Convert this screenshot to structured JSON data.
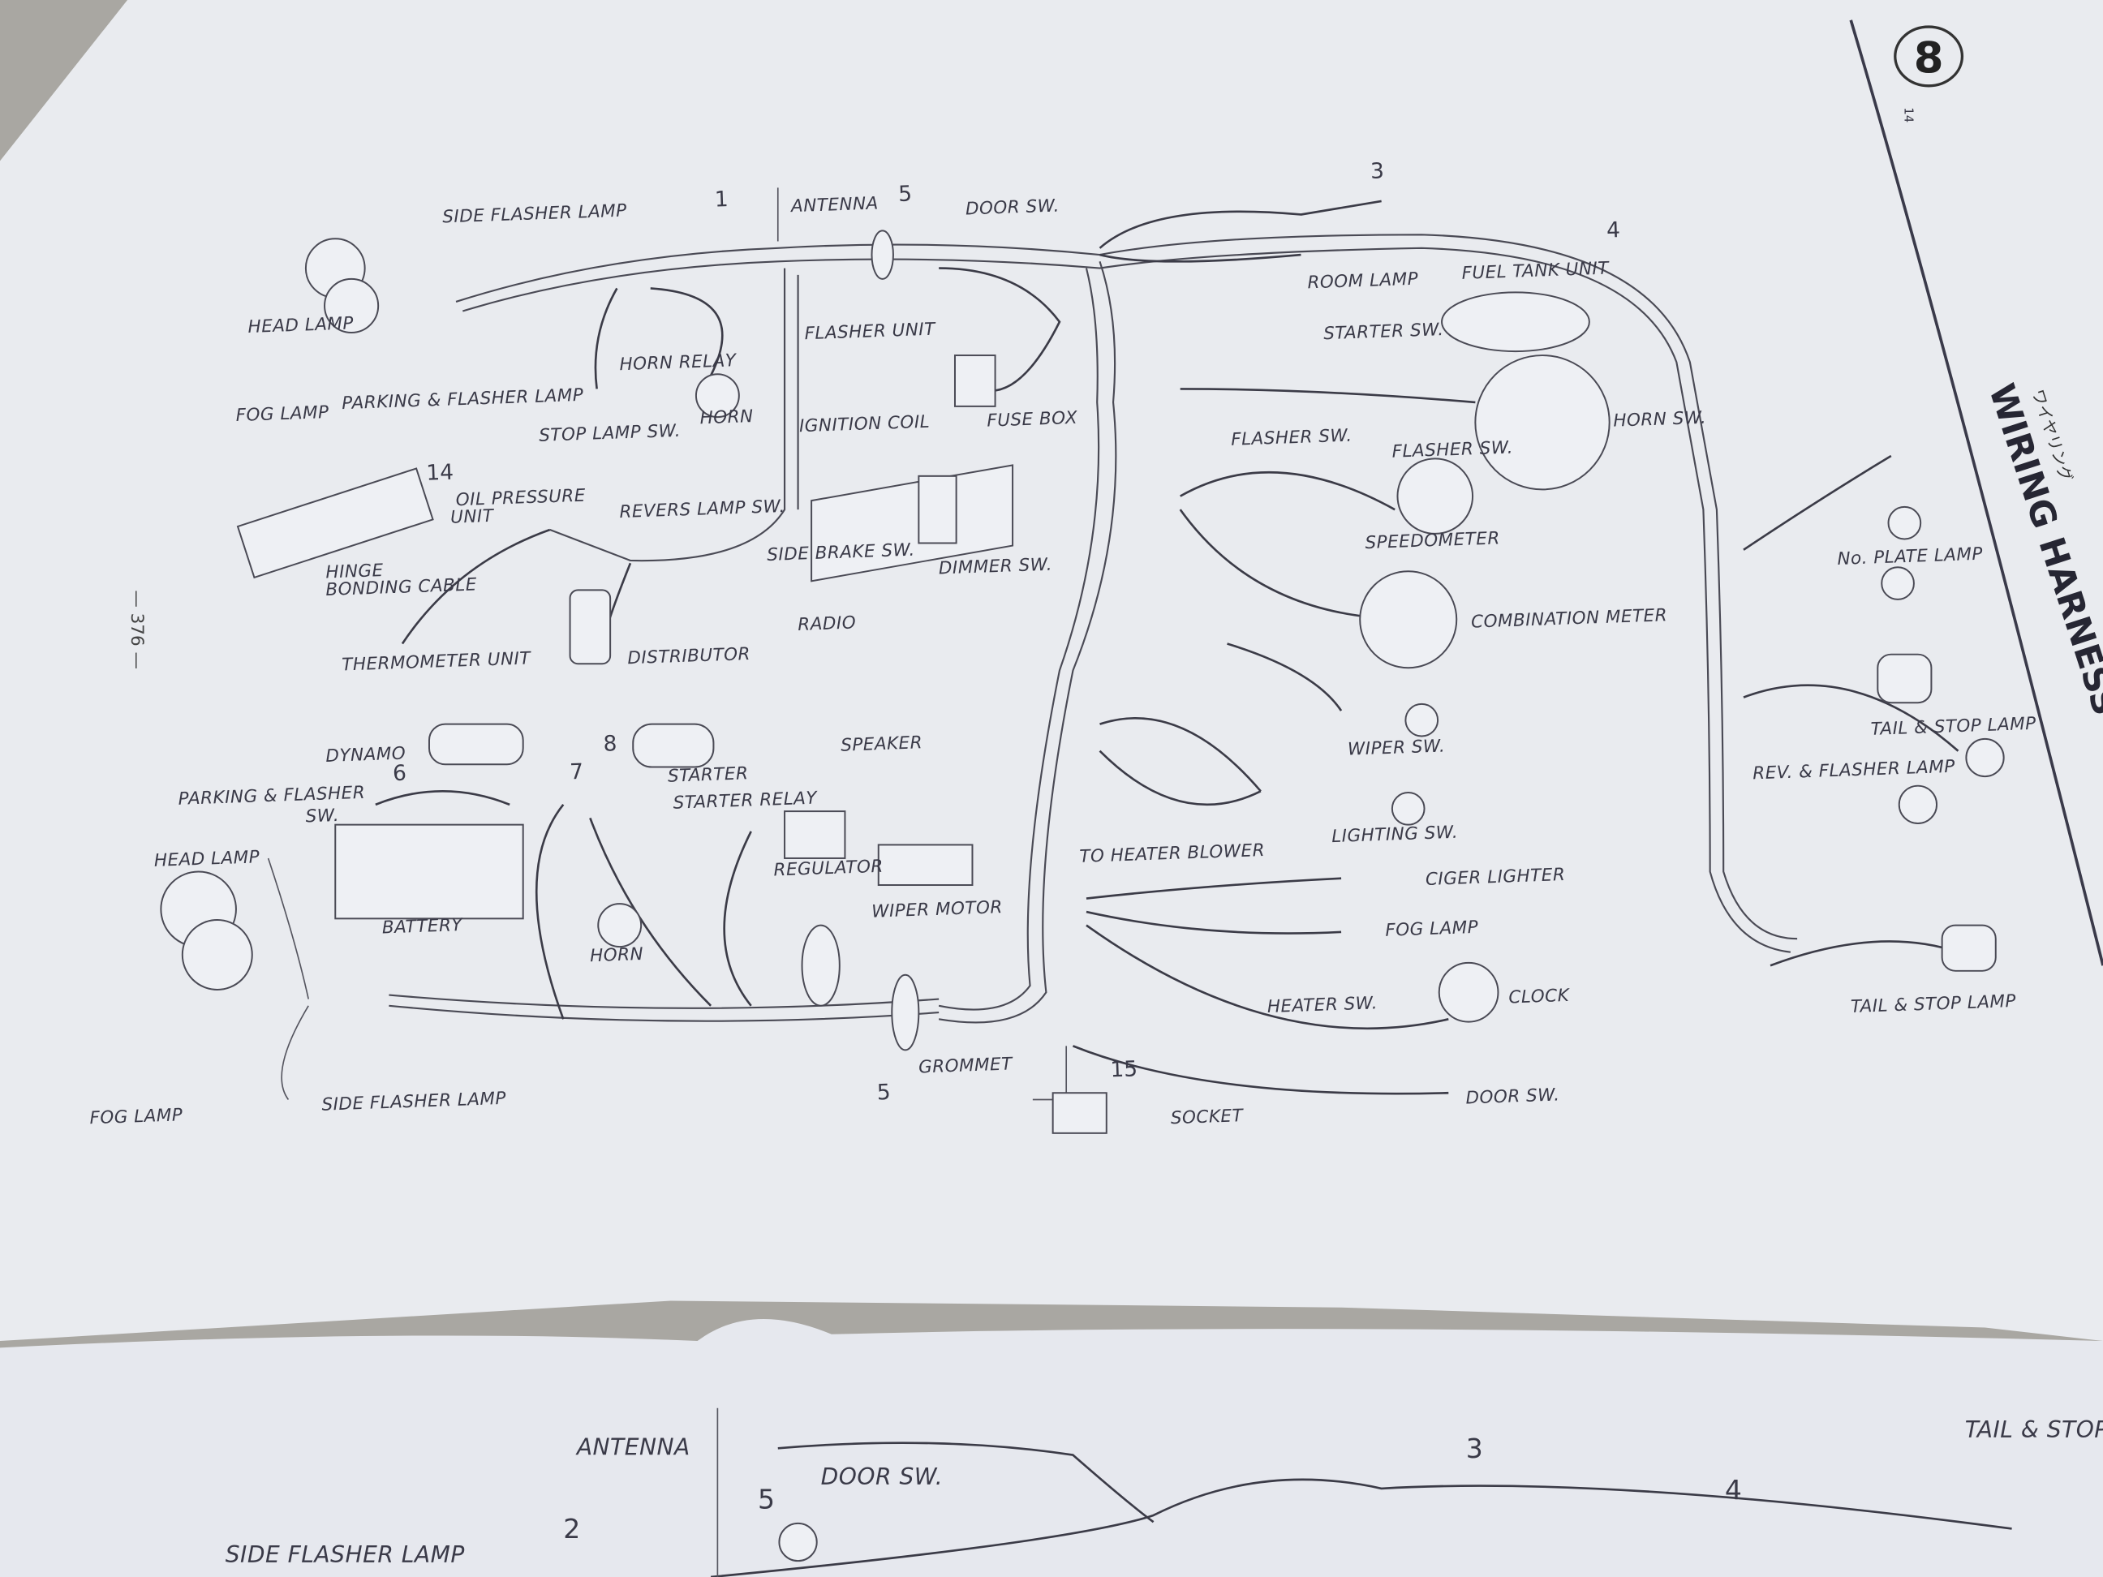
{
  "page": {
    "section_number": "8",
    "section_sub": "14",
    "title": "WIRING HARNESS",
    "title_japanese": "ワイヤリング",
    "page_number": "— 376 —"
  },
  "diagram": {
    "labels": [
      "SIDE FLASHER LAMP",
      "1",
      "ANTENNA",
      "5",
      "DOOR SW.",
      "3",
      "4",
      "HEAD LAMP",
      "FOG LAMP",
      "PARKING & FLASHER LAMP",
      "HORN RELAY",
      "STOP LAMP SW.",
      "HORN",
      "FLASHER UNIT",
      "IGNITION COIL",
      "FUSE BOX",
      "ROOM LAMP",
      "FUEL TANK UNIT",
      "STARTER SW.",
      "FLASHER SW.",
      "HORN SW.",
      "FLASHER SW.",
      "14",
      "OIL PRESSURE",
      "UNIT",
      "REVERS LAMP SW.",
      "HINGE",
      "BONDING CABLE",
      "SIDE BRAKE SW.",
      "DIMMER SW.",
      "SPEEDOMETER",
      "THERMOMETER UNIT",
      "DISTRIBUTOR",
      "RADIO",
      "COMBINATION METER",
      "No. PLATE LAMP",
      "DYNAMO",
      "8",
      "STARTER",
      "6",
      "7",
      "STARTER RELAY",
      "PARKING & FLASHER",
      "SW.",
      "SPEAKER",
      "WIPER SW.",
      "TAIL & STOP LAMP",
      "REV. & FLASHER LAMP",
      "HEAD LAMP",
      "BATTERY",
      "HORN",
      "REGULATOR",
      "WIPER MOTOR",
      "LIGHTING SW.",
      "TO HEATER BLOWER",
      "CIGER LIGHTER",
      "FOG LAMP",
      "HEATER SW.",
      "CLOCK",
      "TAIL & STOP LAMP",
      "GROMMET",
      "5",
      "15",
      "SOCKET",
      "DOOR SW.",
      "FOG LAMP",
      "SIDE FLASHER LAMP"
    ]
  },
  "lower_sheet": {
    "labels": [
      "ANTENNA",
      "DOOR SW.",
      "3",
      "4",
      "2",
      "5",
      "SIDE FLASHER LAMP",
      "TAIL & STOP L"
    ]
  }
}
